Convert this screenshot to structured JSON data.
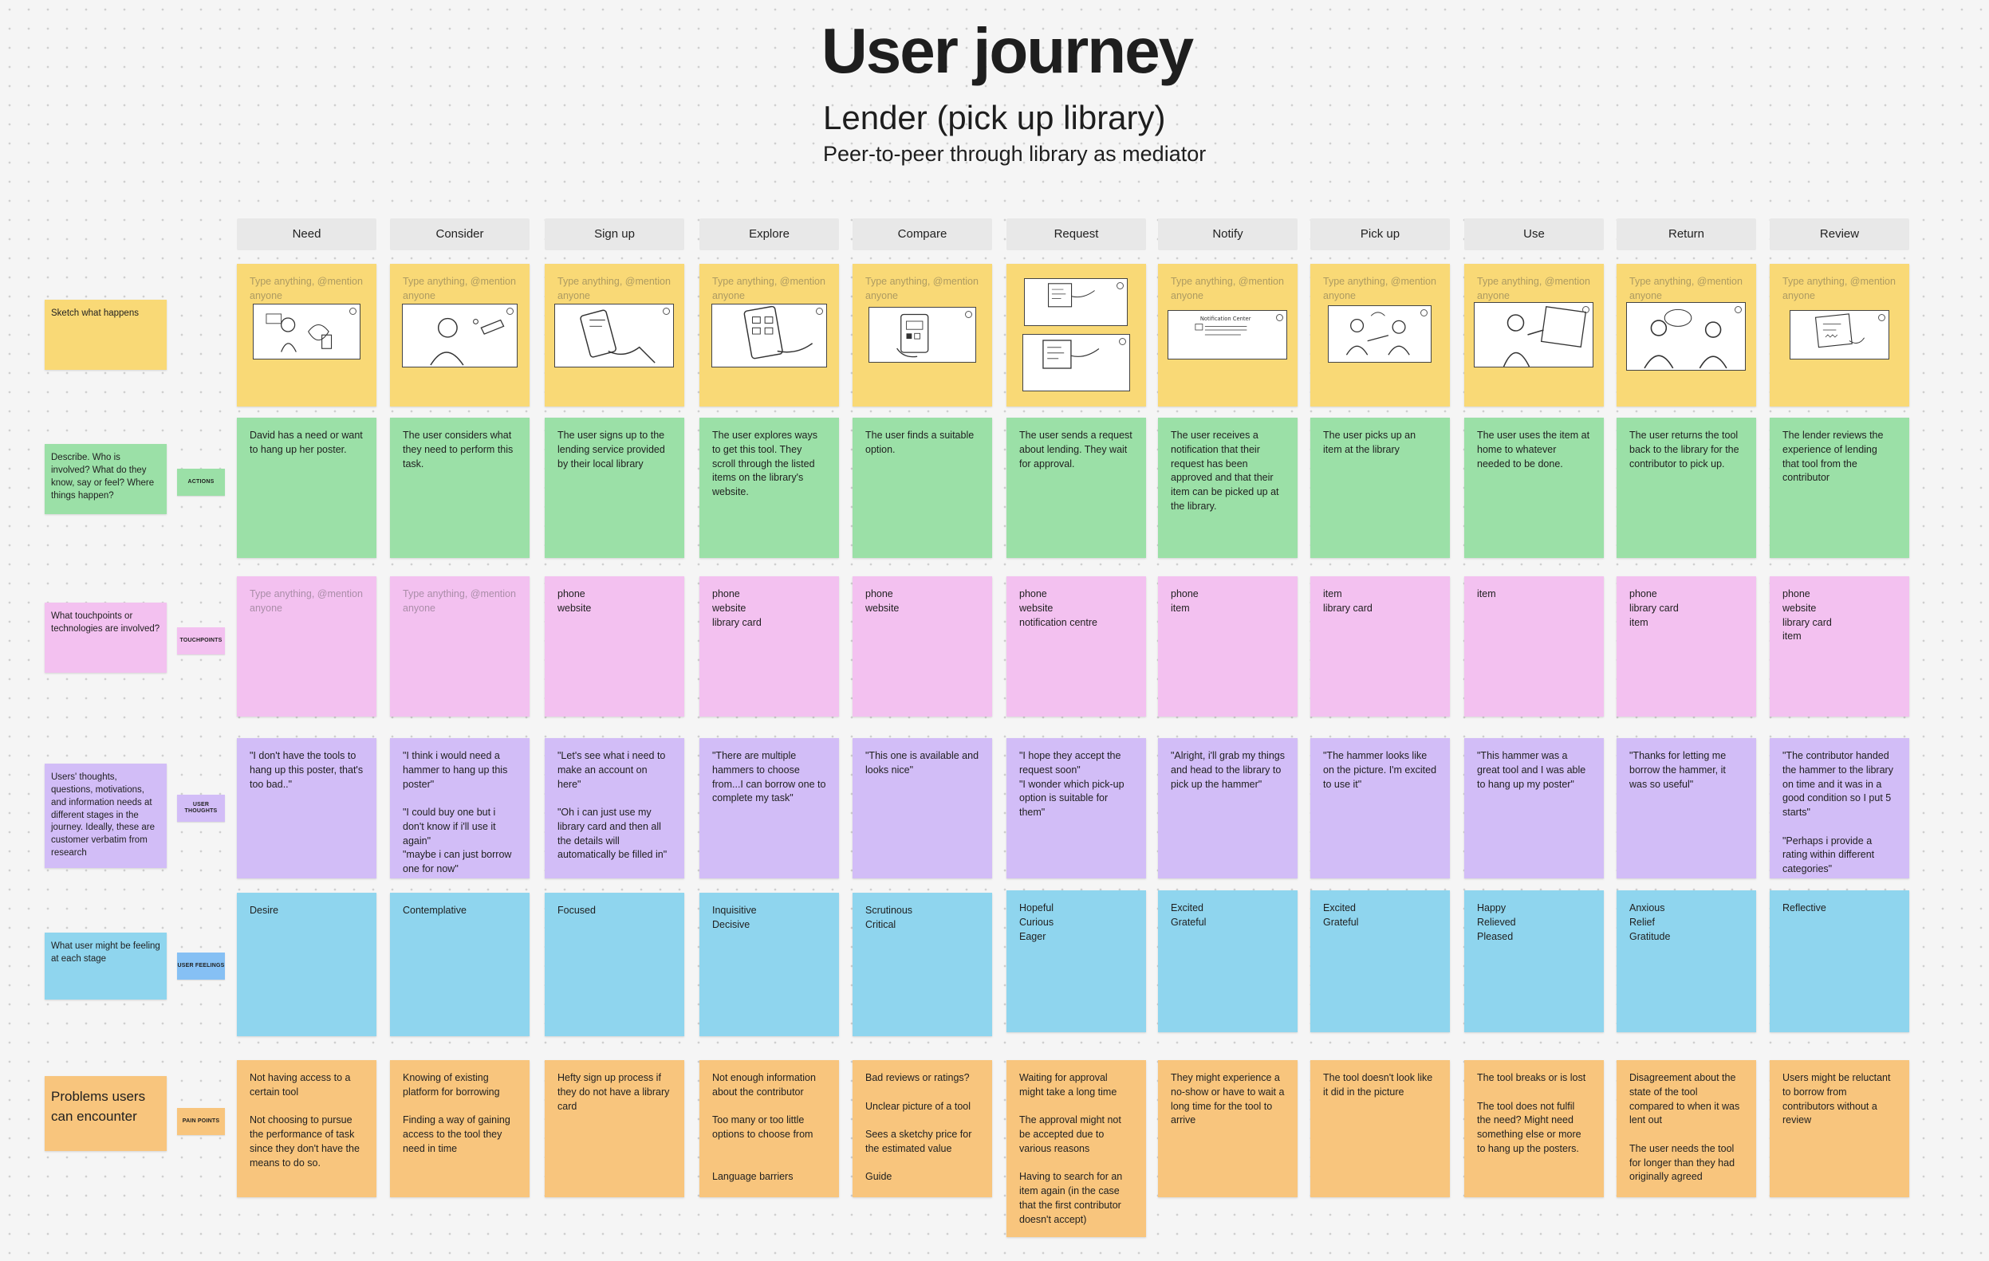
{
  "title": "User journey",
  "subtitle": "Lender (pick up library)",
  "tagline": "Peer-to-peer through library as mediator",
  "placeholder": "Type anything, @mention anyone",
  "stages": [
    "Need",
    "Consider",
    "Sign up",
    "Explore",
    "Compare",
    "Request",
    "Notify",
    "Pick up",
    "Use",
    "Return",
    "Review"
  ],
  "rows": [
    {
      "id": "sketch",
      "label": "Sketch what happens",
      "tag": "",
      "color": "#f9d976",
      "cells": [
        "",
        "",
        "",
        "",
        "",
        "",
        "",
        "",
        "",
        "",
        ""
      ]
    },
    {
      "id": "actions",
      "label": "Describe. Who is involved? What do they know, say or feel? Where things happen?",
      "tag": "ACTIONS",
      "color": "#9be0a7",
      "cells": [
        "David has a need or want to hang up her poster.",
        "The user considers what they need to perform this task.",
        "The user signs up to the lending service provided by their local library",
        "The user explores ways to get this tool. They scroll through the listed items on the library's website.",
        "The user finds a suitable option.",
        "The user sends a request about lending. They wait for approval.",
        "The user receives a notification that their request has been approved and that their item can be picked up at the library.",
        "The user picks up an item at the library",
        "The user uses the item at home to whatever needed to be done.",
        "The user returns the tool back to the library for the contributor to pick up.",
        "The lender reviews the experience of lending that tool from the contributor"
      ]
    },
    {
      "id": "touchpoints",
      "label": "What touchpoints or technologies are involved?",
      "tag": "TOUCHPOINTS",
      "color": "#f3c1f0",
      "cells": [
        "",
        "",
        "phone\nwebsite",
        "phone\nwebsite\nlibrary card",
        "phone\nwebsite",
        "phone\nwebsite\nnotification centre",
        "phone\nitem",
        "item\nlibrary card",
        "item",
        "phone\nlibrary card\nitem",
        "phone\nwebsite\nlibrary card\nitem"
      ]
    },
    {
      "id": "thoughts",
      "label": "Users' thoughts, questions, motivations, and information needs at different stages in the journey. Ideally, these are customer verbatim from research",
      "tag": "USER THOUGHTS",
      "color": "#d2bdf7",
      "cells": [
        "\"I don't have the tools to hang up this poster, that's too bad..\"",
        "\"I think i would need a hammer to hang up this poster\"\n\n\"I could buy one but i don't know if i'll use it again\"\n\"maybe i can just borrow one for now\"",
        "\"Let's see what i need to make an account on here\"\n\n\"Oh i can just use my library card and then all the details will automatically be filled in\"",
        "\"There are multiple hammers to choose from...I can borrow one to complete my task\"",
        "\"This one is available and looks nice\"",
        "\"I hope they accept the request soon\"\n\"I wonder which pick-up option is suitable for them\"",
        "\"Alright, i'll grab my things and head to the library to pick up the hammer\"",
        "\"The hammer looks like on the picture. I'm excited to use it\"",
        "\"This hammer was a great tool and I was able to hang up my poster\"",
        "\"Thanks for letting me borrow the hammer, it was so useful\"",
        "\"The contributor handed the hammer to the library on time and it was in a good condition so I put 5 starts\"\n\n\"Perhaps i provide a rating within different categories\""
      ]
    },
    {
      "id": "feelings",
      "label": "What user might be feeling at each stage",
      "tag": "USER FEELINGS",
      "color": "#8fd5ee",
      "cells": [
        "Desire",
        "Contemplative",
        "Focused",
        "Inquisitive\nDecisive",
        "Scrutinous\nCritical",
        "Hopeful\nCurious\nEager",
        "Excited\nGrateful",
        "Excited\nGrateful",
        "Happy\nRelieved\nPleased",
        "Anxious\nRelief\nGratitude",
        "Reflective"
      ]
    },
    {
      "id": "pains",
      "label": "Problems users can encounter",
      "tag": "PAIN POINTS",
      "color": "#f8c57d",
      "cells": [
        "Not having access to a certain tool\n\nNot choosing to pursue the performance of task since they don't have the means to do so.",
        "Knowing of existing platform for borrowing\n\nFinding a way of gaining access to the tool they need in time",
        "Hefty sign up process if they do not have a library card",
        "Not enough information about the contributor\n\nToo many or too little options to choose from\n\n\nLanguage barriers",
        "Bad reviews or ratings?\n\nUnclear picture of a tool\n\nSees a sketchy price for the estimated value\n\nGuide",
        "Waiting for approval might take a long time\n\nThe approval might not be accepted due to various reasons\n\nHaving to search for an item again (in the case that the first contributor doesn't accept)",
        "They might experience a no-show or have to wait a long time for the tool to arrive",
        "The tool doesn't look like it did in the picture",
        "The tool breaks or is lost\n\nThe tool does not fulfil the need? Might need something else or more to hang up the posters.",
        "Disagreement about the state of the tool compared to when it was lent out\n\nThe user needs the tool for longer than they had originally agreed",
        "Users might be reluctant to borrow from contributors without a review"
      ]
    }
  ]
}
